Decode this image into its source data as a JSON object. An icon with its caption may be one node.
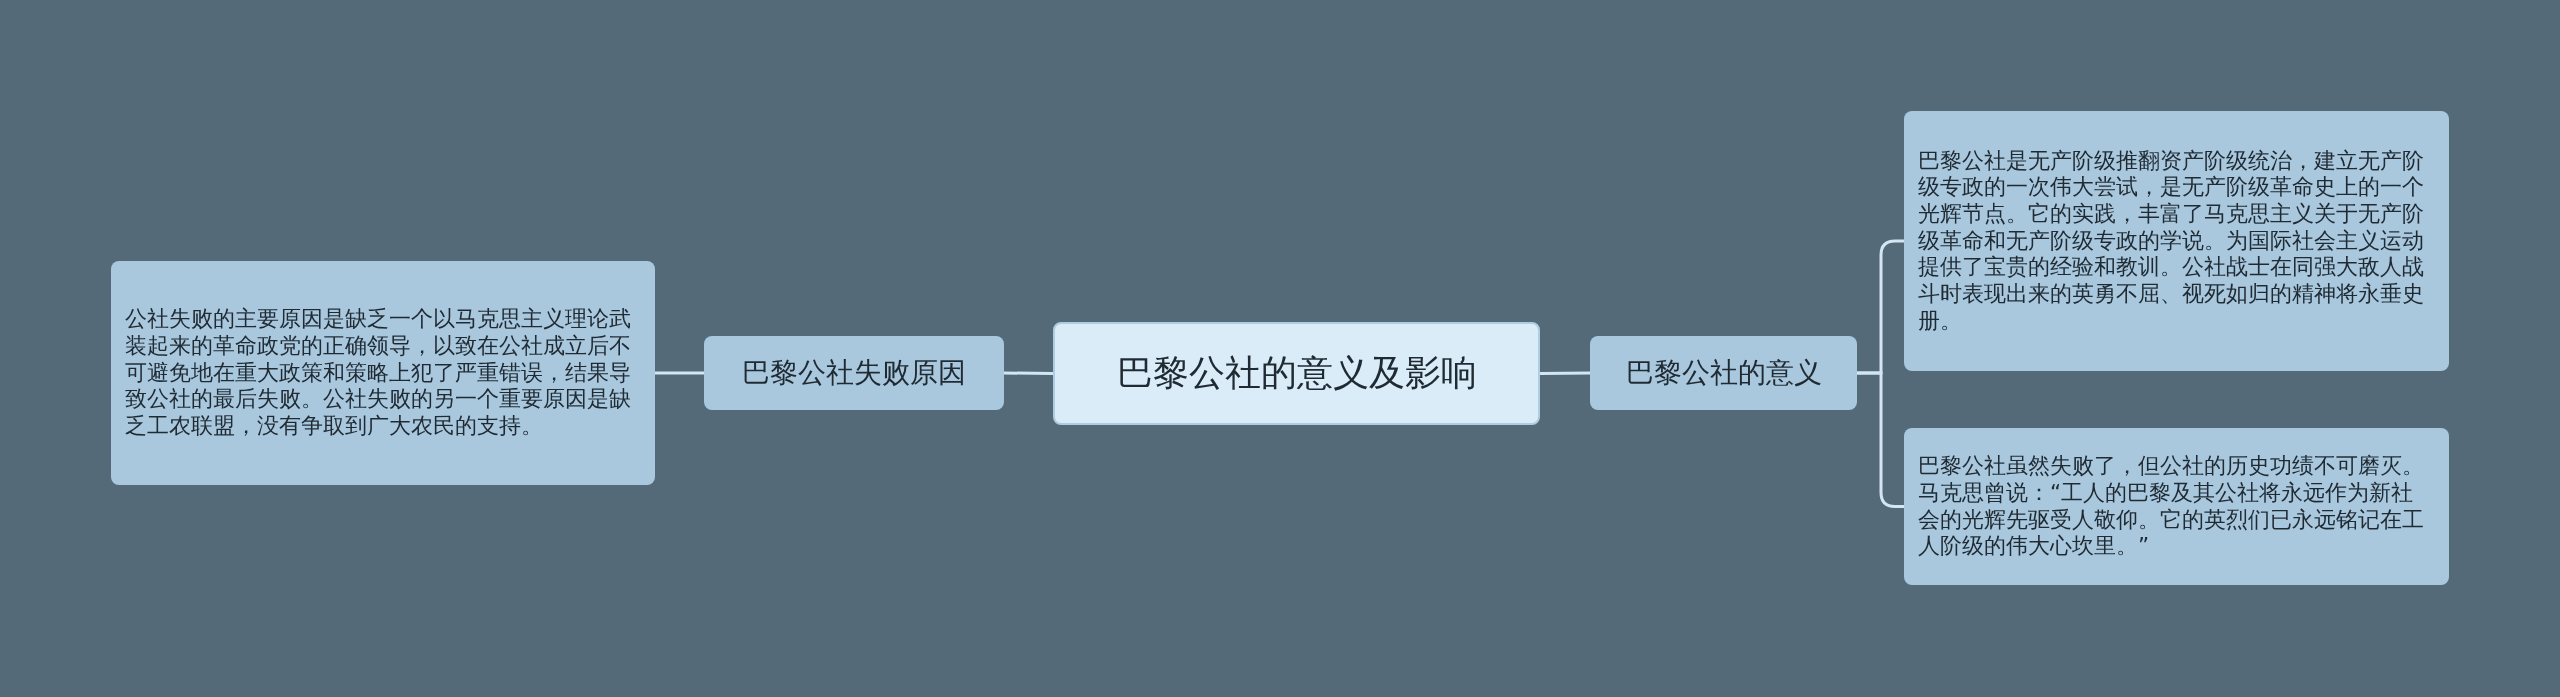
{
  "diagram": {
    "nodes": [
      {
        "text": [
          "巴黎公社的意义及影响"
        ]
      },
      {
        "text": [
          "巴黎公社失败原因"
        ]
      },
      {
        "text": [
          "公社失败的主要原因是缺乏一个以马克思主义理论武装起来的革命政党的正确领导，以致在公社成立后不可避免地在重大政策和策略上犯了严重错误，结果导致公社的最后失败。公社失败的另一个重要原因是缺乏工农联盟，没有争取到广大农民的支持。"
        ]
      },
      {
        "text": [
          "巴黎公社的意义"
        ]
      },
      {
        "text": [
          "巴黎公社是无产阶级推翻资产阶级统治，建立无产阶级专政的一次伟大尝试，是无产阶级革命史上的一个光辉节点。它的实践，丰富了马克思主义关于无产阶级革命和无产阶级专政的学说。为国际社会主义运动提供了宝贵的经验和教训。公社战士在同强大敌人战斗时表现出来的英勇不屈、视死如归的精神将永垂史册。"
        ]
      },
      {
        "text": [
          "巴黎公社虽然失败了，但公社的历史功绩不可磨灭。马克思曾说：“工人的巴黎及其公社将永远作为新社会的光辉先驱受人敬仰。它的英烈们已永远铭记在工人阶级的伟大心坎里。”"
        ]
      }
    ],
    "edges": [
      {
        "from": 0,
        "to": 1,
        "arrow": "none"
      },
      {
        "from": 1,
        "to": 2,
        "arrow": "none"
      },
      {
        "from": 0,
        "to": 3,
        "arrow": "none"
      },
      {
        "from": 3,
        "to": 4,
        "arrow": "none"
      },
      {
        "from": 3,
        "to": 5,
        "arrow": "none"
      }
    ]
  }
}
